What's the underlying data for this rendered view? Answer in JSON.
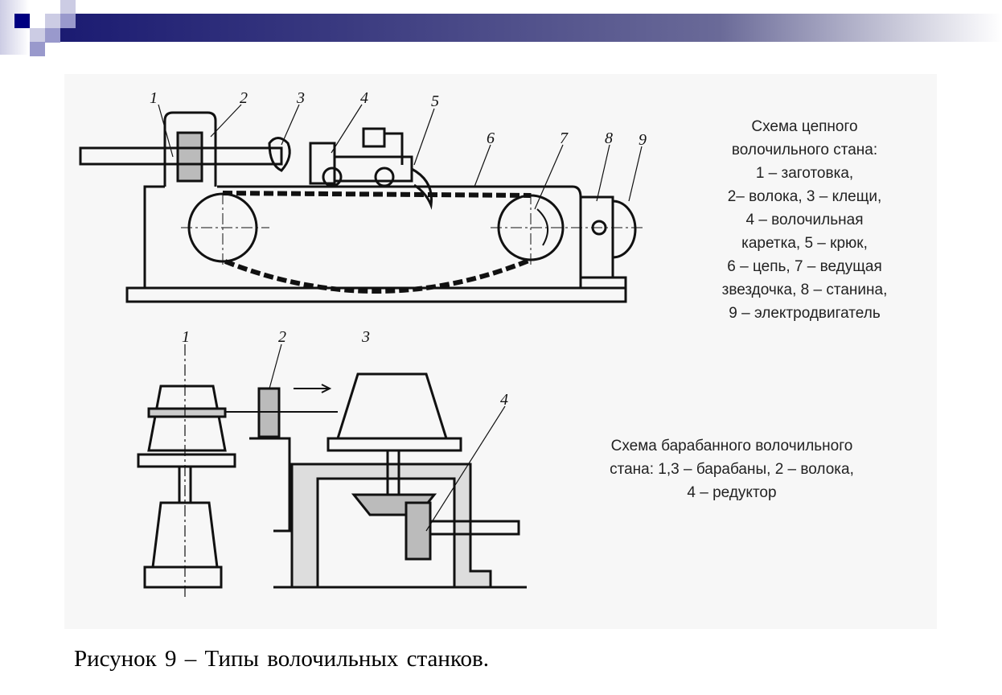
{
  "top_diagram": {
    "labels": [
      "1",
      "2",
      "3",
      "4",
      "5",
      "6",
      "7",
      "8",
      "9"
    ],
    "legend": [
      "Схема цепного",
      "волочильного стана:",
      "1 – заготовка,",
      "2–  волока, 3 – клещи,",
      "4 – волочильная",
      "каретка, 5 – крюк,",
      "6 – цепь, 7 – ведущая",
      "звездочка, 8 – станина,",
      "9 – электродвигатель"
    ]
  },
  "bottom_diagram": {
    "labels": [
      "1",
      "2",
      "3",
      "4"
    ],
    "legend": [
      "Схема барабанного волочильного",
      "стана: 1,3 – барабаны, 2 – волока,",
      "4 – редуктор"
    ]
  },
  "caption": "Рисунок 9 – Типы волочильных  станков.",
  "colors": {
    "accent_dark": "#000080",
    "accent_mid": "#9999cc",
    "accent_light": "#ccccE4"
  }
}
